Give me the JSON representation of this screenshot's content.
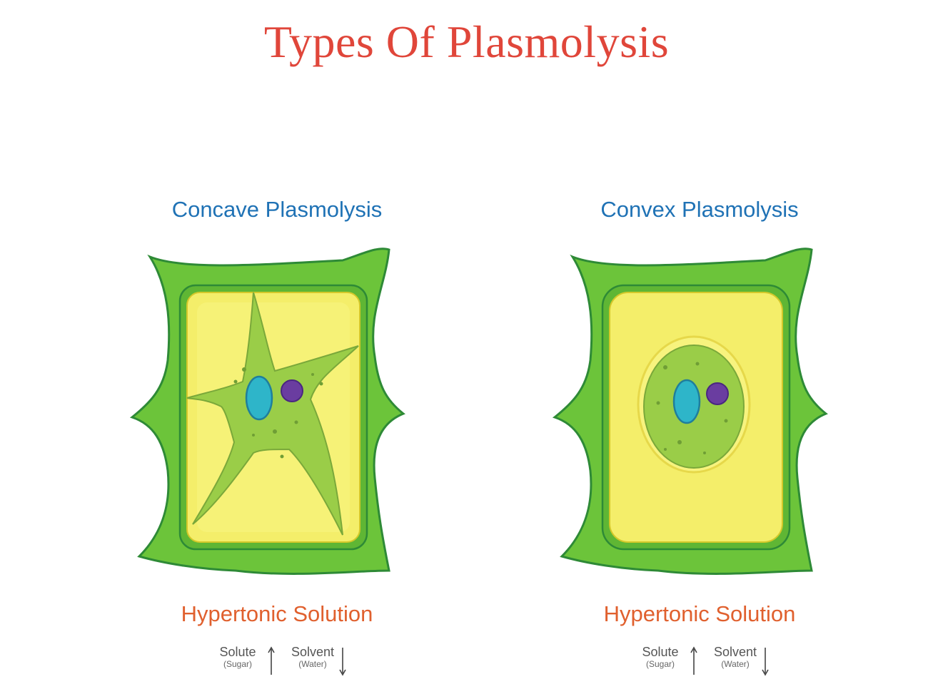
{
  "title": "Types Of Plasmolysis",
  "panels": [
    {
      "subtitle": "Concave Plasmolysis",
      "solution": "Hypertonic Solution",
      "legend": {
        "solute": "Solute",
        "solute_sub": "(Sugar)",
        "solvent": "Solvent",
        "solvent_sub": "(Water)"
      }
    },
    {
      "subtitle": "Convex Plasmolysis",
      "solution": "Hypertonic Solution",
      "legend": {
        "solute": "Solute",
        "solute_sub": "(Sugar)",
        "solvent": "Solvent",
        "solvent_sub": "(Water)"
      }
    }
  ],
  "colors": {
    "title": "#e0463a",
    "subtitle": "#1f72b5",
    "solution": "#e0602e",
    "cell_wall": "#6cc43a",
    "cell_wall_edge": "#2e8a36",
    "vacuole": "#f4ee6a",
    "cytoplasm": "#9acd48",
    "nucleus": "#2eb5c9",
    "nucleolus": "#6a3da0"
  },
  "icons": [
    "arrow-up-icon",
    "arrow-down-icon"
  ]
}
